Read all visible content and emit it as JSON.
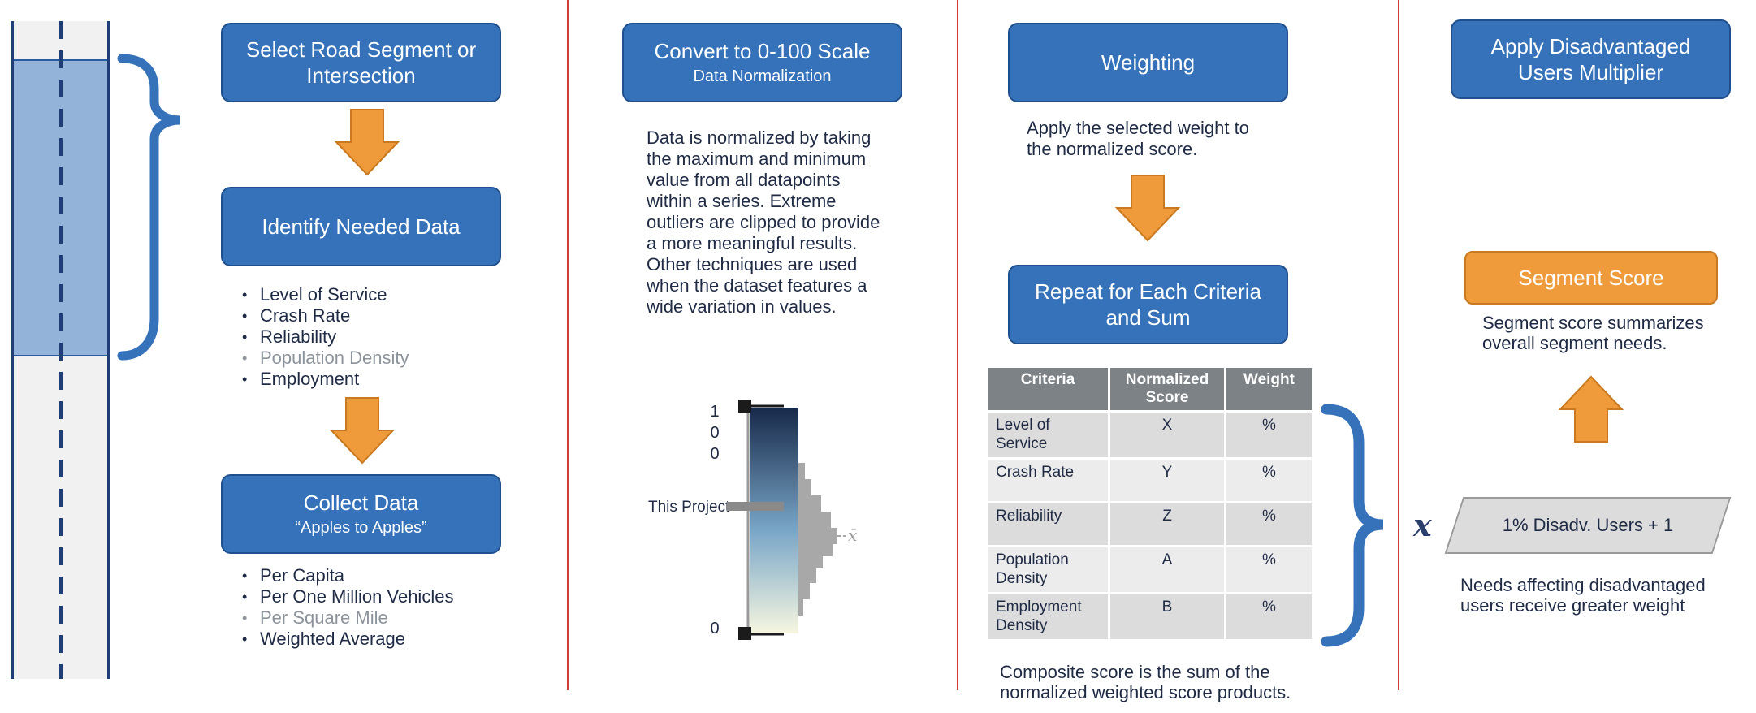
{
  "col1": {
    "step1": "Select Road Segment or Intersection",
    "step2": "Identify Needed Data",
    "data_items": [
      {
        "label": "Level of Service",
        "muted": false
      },
      {
        "label": "Crash Rate",
        "muted": false
      },
      {
        "label": "Reliability",
        "muted": false
      },
      {
        "label": "Population Density",
        "muted": true
      },
      {
        "label": "Employment",
        "muted": false
      }
    ],
    "step3_title": "Collect Data",
    "step3_sub": "“Apples to Apples”",
    "collect_items": [
      {
        "label": "Per Capita",
        "muted": false
      },
      {
        "label": "Per One Million Vehicles",
        "muted": false
      },
      {
        "label": "Per Square Mile",
        "muted": true
      },
      {
        "label": "Weighted Average",
        "muted": false
      }
    ]
  },
  "col2": {
    "title": "Convert to 0-100 Scale",
    "subtitle": "Data Normalization",
    "paragraph": "Data is normalized by taking the maximum and minimum value from all datapoints within a series.  Extreme outliers are clipped to provide a more meaningful results. Other techniques are used when the dataset features a wide variation in values.",
    "scale_top_1": "1",
    "scale_top_2": "0",
    "scale_top_3": "0",
    "scale_bottom": "0",
    "project_label": "This Project",
    "mean_symbol": "x̄"
  },
  "col3": {
    "title": "Weighting",
    "desc": "Apply the selected weight to the normalized score.",
    "repeat_title": "Repeat for Each Criteria and Sum",
    "table": {
      "headers": [
        "Criteria",
        "Normalized Score",
        "Weight"
      ],
      "rows": [
        {
          "criteria": "Level of Service",
          "score": "X",
          "weight": "%"
        },
        {
          "criteria": "Crash Rate",
          "score": "Y",
          "weight": "%"
        },
        {
          "criteria": "Reliability",
          "score": "Z",
          "weight": "%"
        },
        {
          "criteria": "Population Density",
          "score": "A",
          "weight": "%"
        },
        {
          "criteria": "Employment Density",
          "score": "B",
          "weight": "%"
        }
      ]
    },
    "composite": "Composite score is the sum of the normalized weighted score products."
  },
  "col4": {
    "title": "Apply Disadvantaged Users Multiplier",
    "segment_score": "Segment Score",
    "segment_desc": "Segment score summarizes overall segment needs.",
    "multiplier_symbol": "x",
    "multiplier": "1% Disadv. Users + 1",
    "needs_desc": "Needs affecting disadvantaged users receive greater weight"
  },
  "colors": {
    "box_blue": "#3572b9",
    "arrow_orange": "#ef9b3b",
    "divider_red": "#d33a3a",
    "brace_blue": "#3572b9"
  }
}
